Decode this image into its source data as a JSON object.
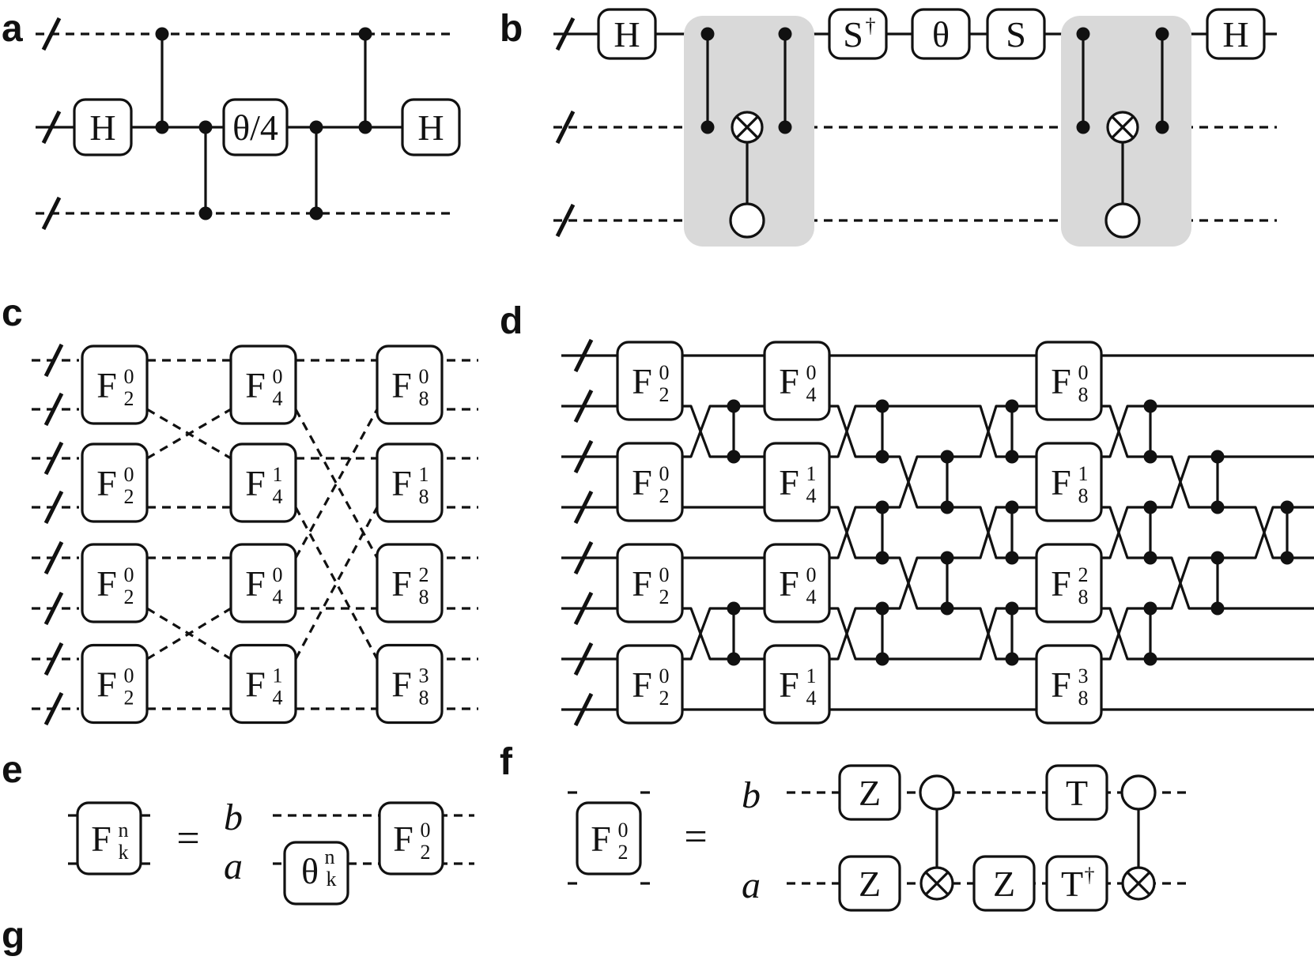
{
  "panels": {
    "a": "a",
    "b": "b",
    "c": "c",
    "d": "d",
    "e": "e",
    "f": "f",
    "g": "g"
  },
  "gates": {
    "H": "H",
    "theta_quarter": "θ/4",
    "S_dagger": "S†",
    "theta": "θ",
    "S": "S",
    "Z": "Z",
    "T": "T",
    "T_dagger": "T†",
    "F": "F",
    "F_general_sub": "k",
    "F_general_sup": "n",
    "theta_general_sub": "k",
    "theta_general_sup": "n"
  },
  "f_gate_columns_c": [
    [
      {
        "sup": "0",
        "sub": "2"
      },
      {
        "sup": "0",
        "sub": "2"
      },
      {
        "sup": "0",
        "sub": "2"
      },
      {
        "sup": "0",
        "sub": "2"
      }
    ],
    [
      {
        "sup": "0",
        "sub": "4"
      },
      {
        "sup": "1",
        "sub": "4"
      },
      {
        "sup": "0",
        "sub": "4"
      },
      {
        "sup": "1",
        "sub": "4"
      }
    ],
    [
      {
        "sup": "0",
        "sub": "8"
      },
      {
        "sup": "1",
        "sub": "8"
      },
      {
        "sup": "2",
        "sub": "8"
      },
      {
        "sup": "3",
        "sub": "8"
      }
    ]
  ],
  "wire_labels": {
    "b": "b",
    "a": "a"
  },
  "equals": "="
}
